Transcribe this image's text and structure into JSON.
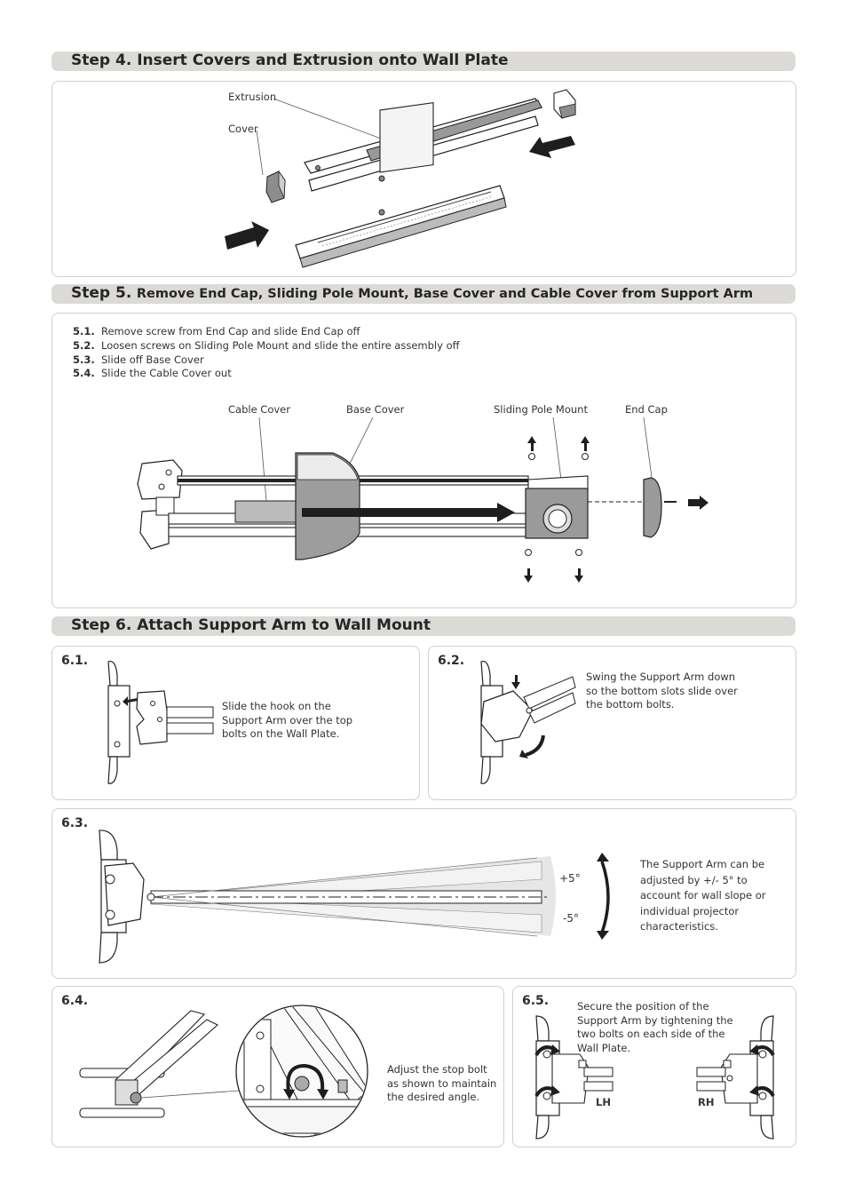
{
  "step4": {
    "title": "Step 4. Insert Covers and Extrusion onto Wall Plate",
    "labels": {
      "extrusion": "Extrusion",
      "cover": "Cover"
    }
  },
  "step5": {
    "title_prefix": "Step 5.",
    "title_rest": "Remove End Cap, Sliding Pole Mount, Base Cover and Cable Cover from Support Arm",
    "items": [
      {
        "num": "5.1.",
        "text": "Remove screw from End Cap and slide End Cap off"
      },
      {
        "num": "5.2.",
        "text": "Loosen screws on Sliding Pole Mount and slide the entire assembly off"
      },
      {
        "num": "5.3.",
        "text": "Slide off Base Cover"
      },
      {
        "num": "5.4.",
        "text": "Slide the Cable Cover out"
      }
    ],
    "labels": {
      "cable_cover": "Cable Cover",
      "base_cover": "Base Cover",
      "sliding_pole_mount": "Sliding Pole Mount",
      "end_cap": "End Cap"
    }
  },
  "step6": {
    "title": "Step 6. Attach Support Arm to Wall Mount",
    "s1": {
      "num": "6.1.",
      "text": "Slide the hook on the Support Arm over the top bolts on the Wall Plate."
    },
    "s2": {
      "num": "6.2.",
      "text": "Swing the Support Arm down so the bottom slots slide over the bottom bolts."
    },
    "s3": {
      "num": "6.3.",
      "text": "The Support Arm can be adjusted by +/- 5° to account for wall slope or individual projector characteristics.",
      "plus": "+5°",
      "minus": "-5°"
    },
    "s4": {
      "num": "6.4.",
      "text": "Adjust the stop bolt as shown to maintain the desired angle."
    },
    "s5": {
      "num": "6.5.",
      "text": "Secure the position of the Support Arm by tightening the two bolts on each side of the Wall Plate.",
      "lh": "LH",
      "rh": "RH"
    }
  },
  "colors": {
    "header_bg": "#dcdad6",
    "panel_border": "#cfcfcf",
    "cover_gray": "#9a9a9a",
    "arrow": "#1e1e1e"
  }
}
